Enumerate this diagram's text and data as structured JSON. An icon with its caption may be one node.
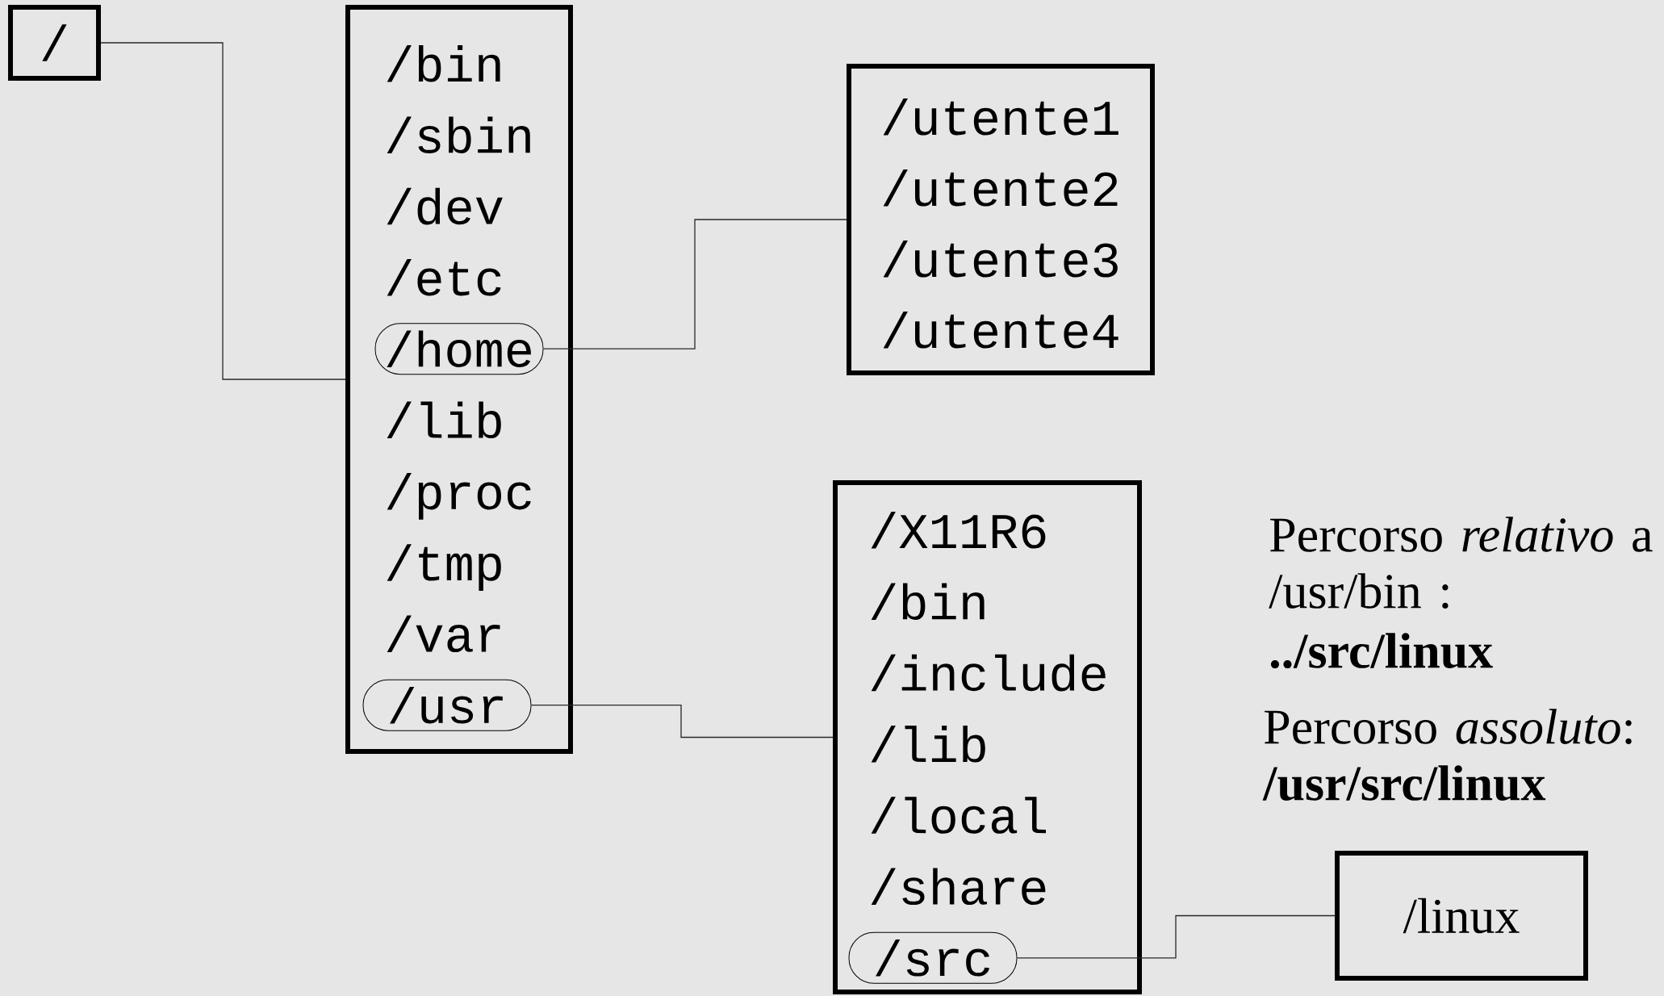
{
  "diagram": {
    "nodes": [
      {
        "text": [
          "/"
        ]
      },
      {
        "text": [
          "/bin",
          "/sbin",
          "/dev",
          "/etc",
          "/lib",
          "/proc",
          "/tmp",
          "/var"
        ]
      },
      {
        "text": [
          "/home"
        ],
        "in": 1
      },
      {
        "text": [
          "/usr"
        ],
        "in": 1
      },
      {
        "text": [
          "/utente1",
          "/utente2",
          "/utente3",
          "/utente4"
        ]
      },
      {
        "text": [
          "/X11R6",
          "/bin",
          "/include",
          "/lib",
          "/local",
          "/share"
        ]
      },
      {
        "text": [
          "/src"
        ],
        "in": 5
      },
      {
        "text": [
          "/linux"
        ]
      }
    ],
    "edges": [
      {
        "from": 0,
        "to": 1,
        "arrow": "none"
      },
      {
        "from": 2,
        "to": 4,
        "arrow": "none"
      },
      {
        "from": 3,
        "to": 5,
        "arrow": "none"
      },
      {
        "from": 6,
        "to": 7,
        "arrow": "none"
      }
    ],
    "labels": [
      "Percorso *relativo* a /usr/bin :",
      "../src/linux",
      "Percorso *assoluto*:",
      "/usr/src/linux"
    ]
  }
}
